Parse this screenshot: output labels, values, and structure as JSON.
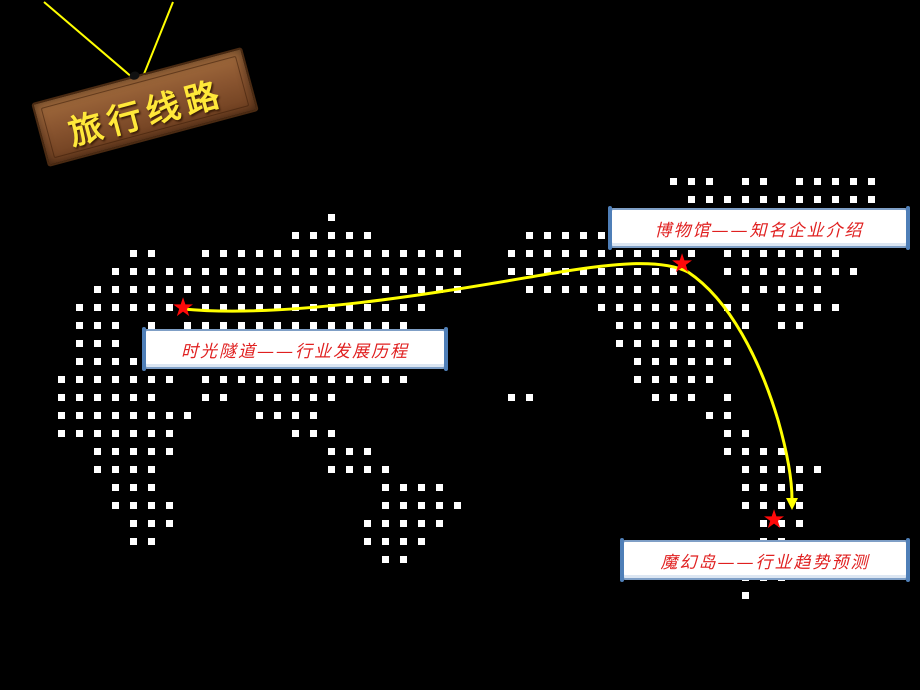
{
  "title_sign": {
    "text": "旅行线路"
  },
  "stops": [
    {
      "id": "time-tunnel",
      "label": "时光隧道——行业发展历程"
    },
    {
      "id": "museum",
      "label": "博物馆——知名企业介绍"
    },
    {
      "id": "magic-island",
      "label": "魔幻岛——行业趋势预测"
    }
  ],
  "colors": {
    "background": "#000000",
    "dots": "#ffffff",
    "route": "#ffff00",
    "star": "#ff0a0a",
    "label_text": "#e02020",
    "label_border": "#7f9fc6",
    "sign_text": "#ffe83a",
    "sign_wood": "#8a5530"
  },
  "icons": {
    "stop_marker": "red-star-icon",
    "route_arrow": "arrowhead-icon"
  }
}
